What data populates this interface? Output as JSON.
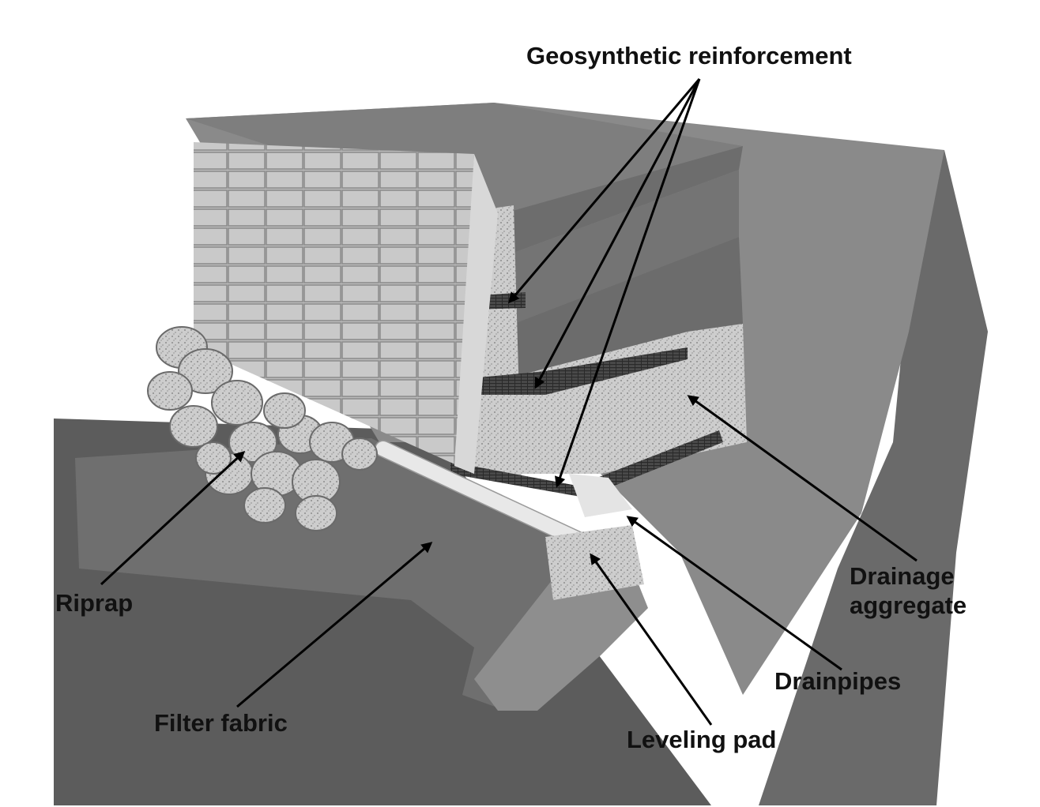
{
  "labels": {
    "geosynthetic_reinforcement": "Geosynthetic reinforcement",
    "drainage_aggregate_line1": "Drainage",
    "drainage_aggregate_line2": "aggregate",
    "riprap": "Riprap",
    "drainpipes": "Drainpipes",
    "filter_fabric": "Filter fabric",
    "leveling_pad": "Leveling pad"
  },
  "colors": {
    "background": "#ffffff",
    "label_text": "#111111",
    "arrow": "#000000",
    "soil_dark": "#5a5a5a",
    "soil_mid": "#7d7d7d",
    "soil_light": "#9a9a9a",
    "block_face": "#bdbdbd",
    "aggregate": "#cfcfcf",
    "reinforcement": "#3a3a3a"
  }
}
